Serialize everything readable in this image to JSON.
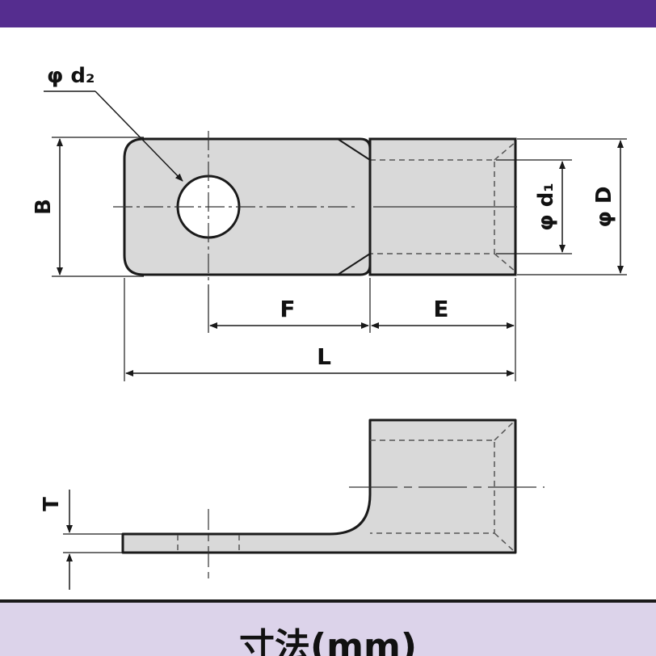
{
  "labels": {
    "phi_d2": "φ d₂",
    "B": "B",
    "phi_d1": "φ d₁",
    "phi_D": "φ D",
    "F": "F",
    "E": "E",
    "L": "L",
    "T": "T"
  },
  "footer": {
    "title": "寸法(mm)"
  },
  "colors": {
    "header": "#552d8f",
    "footer": "#dcd3ea",
    "part_fill": "#d9d9d9",
    "outline": "#1a1a1a"
  }
}
